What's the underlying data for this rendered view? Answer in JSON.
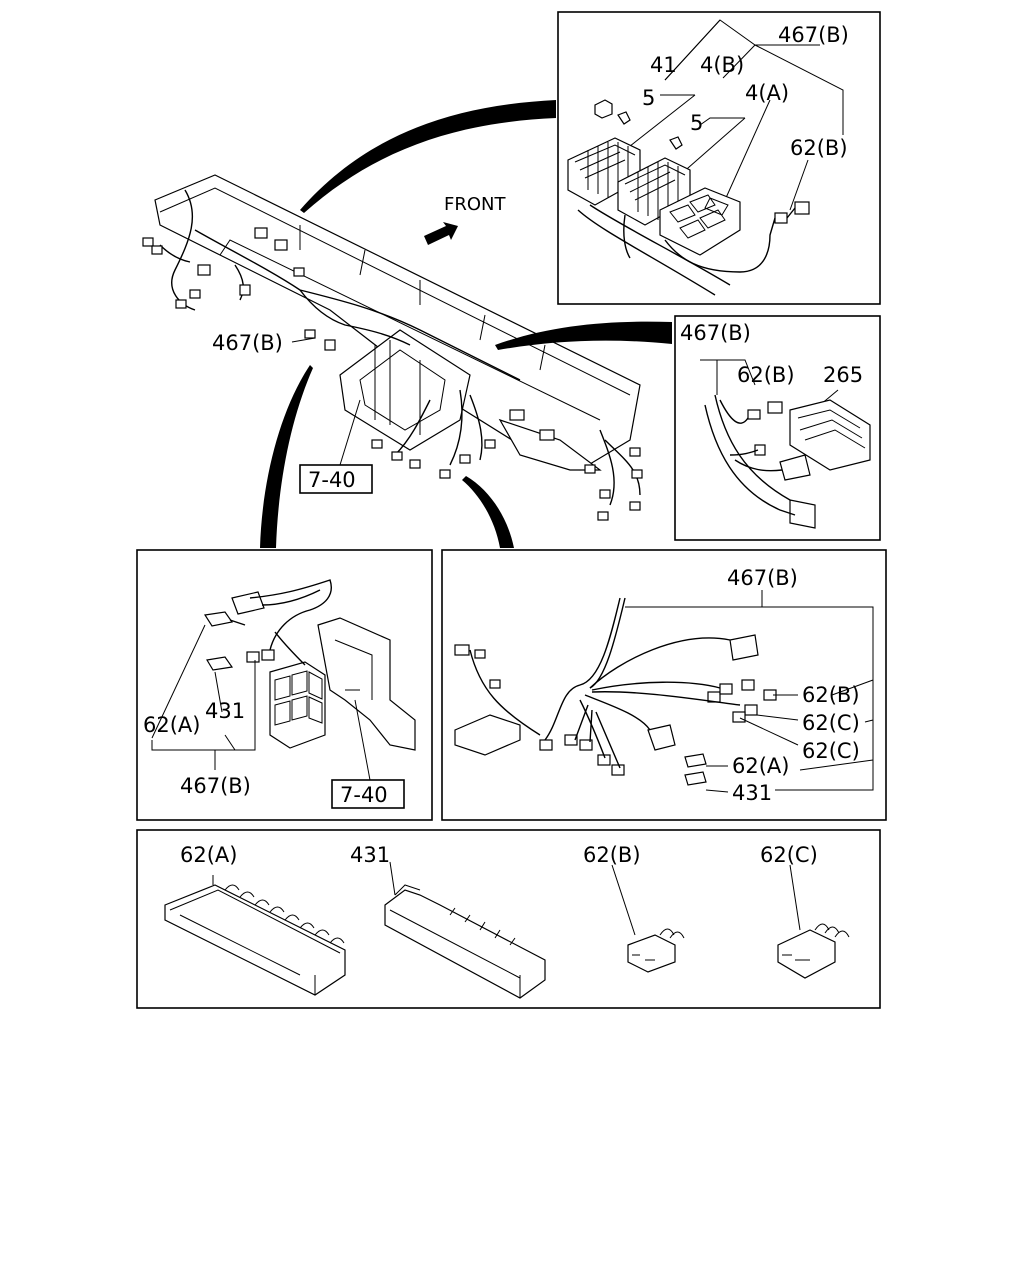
{
  "labels": {
    "front": "FRONT",
    "p467b": "467(B)",
    "p41": "41",
    "p4b": "4(B)",
    "p4a": "4(A)",
    "p5": "5",
    "p62a": "62(A)",
    "p62b": "62(B)",
    "p62c": "62(C)",
    "p265": "265",
    "p431": "431",
    "ref740": "7-40"
  }
}
